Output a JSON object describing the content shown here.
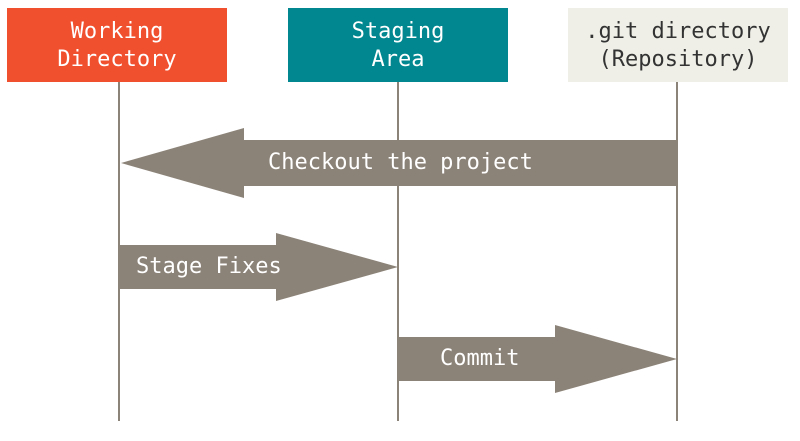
{
  "colors": {
    "working": "#f1502f",
    "staging": "#00878f",
    "repo": "#efefe7",
    "arrow": "#8c8378",
    "lifeline": "#8c8378",
    "light_text": "#ffffff",
    "dark_text": "#333333"
  },
  "lanes": [
    {
      "id": "working",
      "lines": [
        "Working",
        "Directory"
      ]
    },
    {
      "id": "staging",
      "lines": [
        "Staging",
        "Area"
      ]
    },
    {
      "id": "repo",
      "lines": [
        ".git directory",
        "(Repository)"
      ]
    }
  ],
  "arrows": [
    {
      "id": "checkout",
      "label": "Checkout the project",
      "from": "repo",
      "to": "working"
    },
    {
      "id": "stage",
      "label": "Stage Fixes",
      "from": "working",
      "to": "staging"
    },
    {
      "id": "commit",
      "label": "Commit",
      "from": "staging",
      "to": "repo"
    }
  ]
}
